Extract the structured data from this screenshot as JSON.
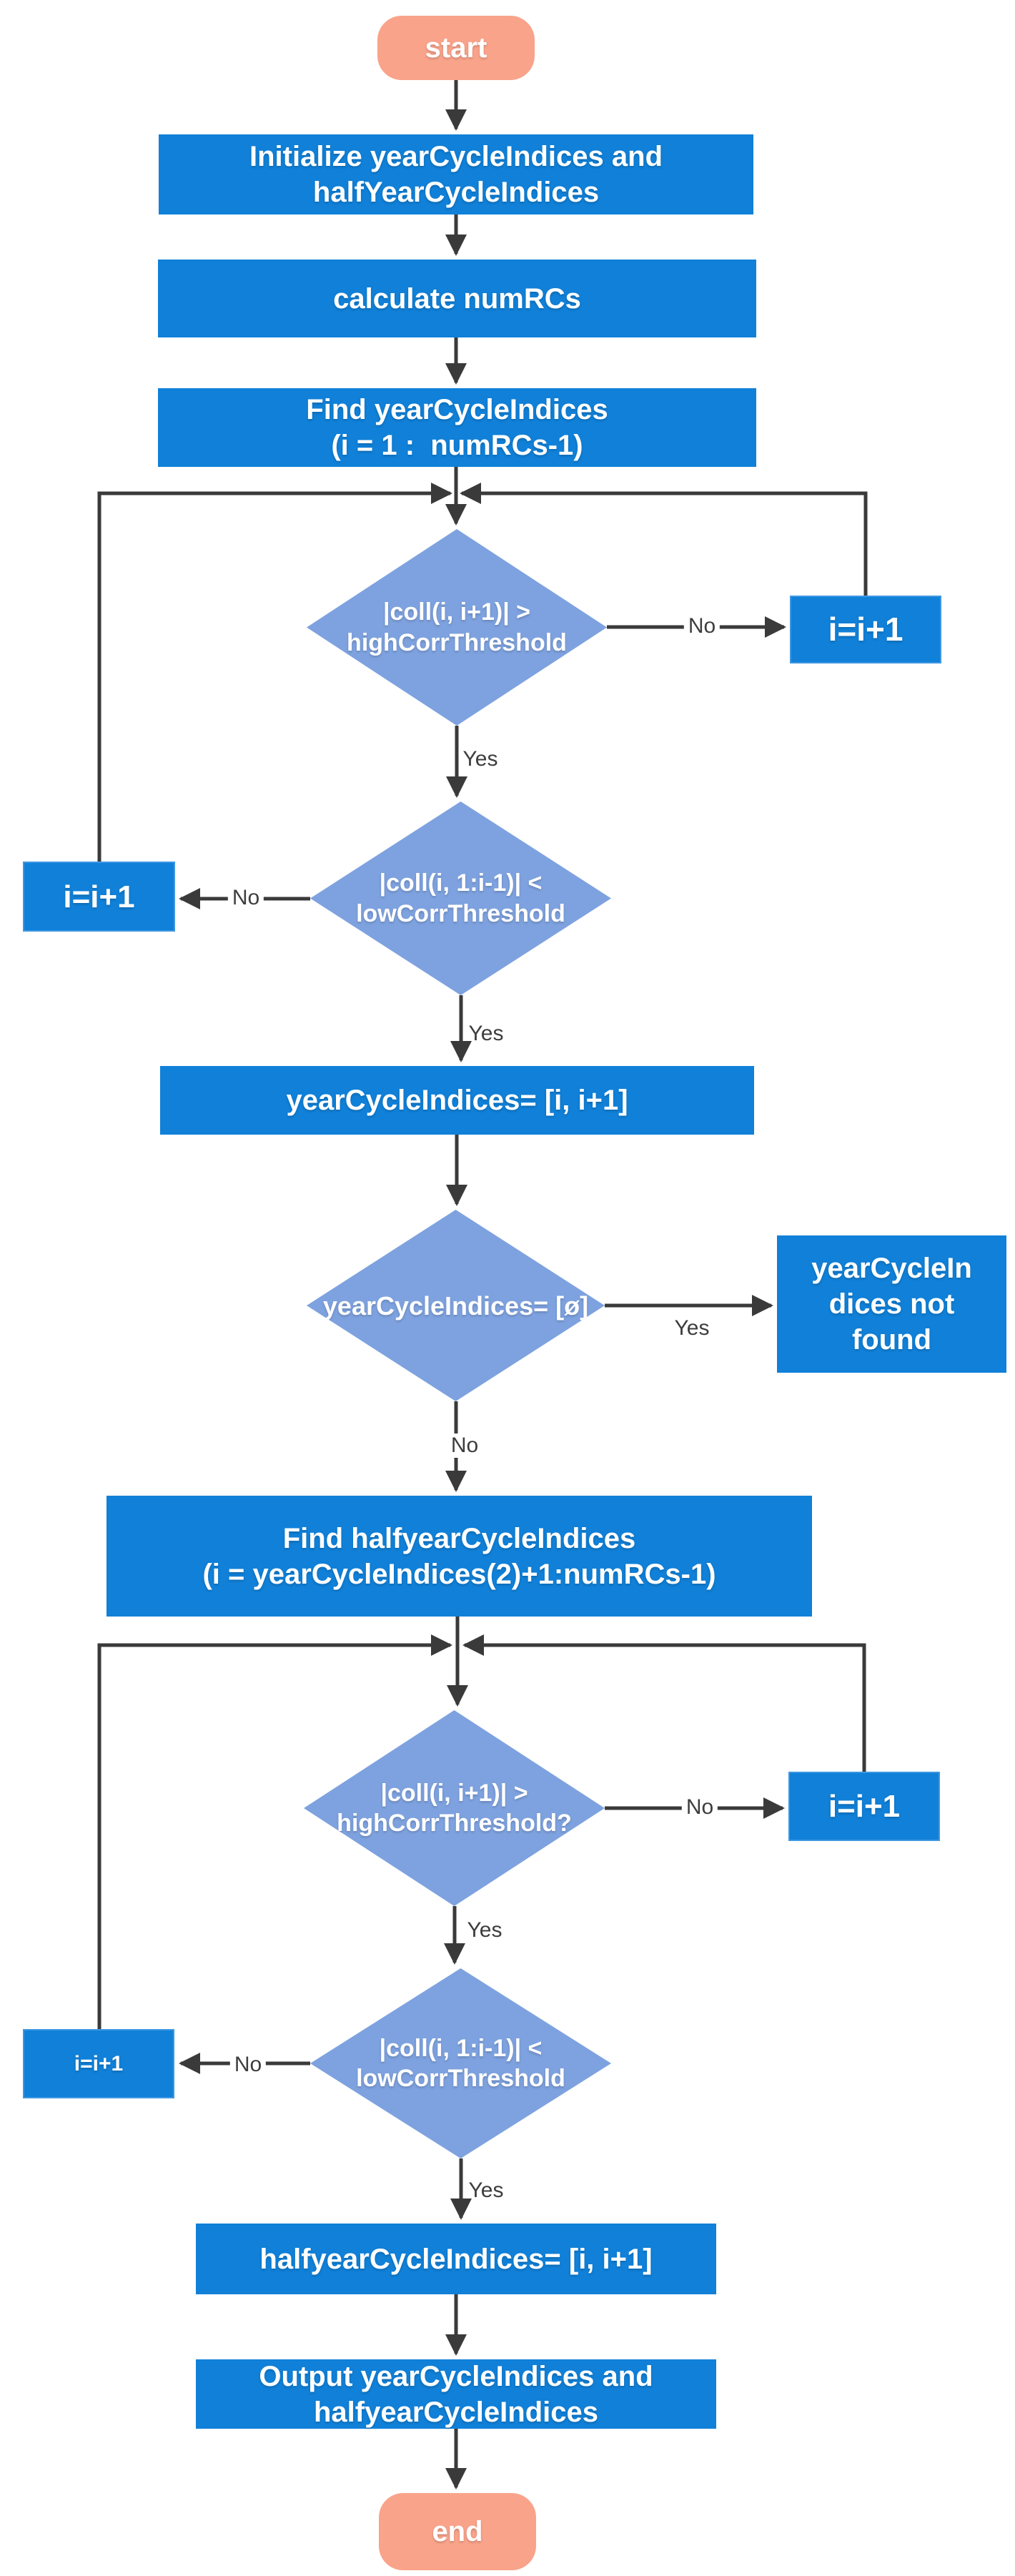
{
  "diagram": {
    "type": "flowchart",
    "background": "#ffffff",
    "colors": {
      "process_fill": "#1080d8",
      "decision_fill": "#7ea2df",
      "terminal_fill": "#f9a38a",
      "increment_fill": "#1080d8",
      "increment_border": "#3e97e2",
      "connector": "#3a3a3a",
      "edge_label_text": "#3d3d3d",
      "node_text": "#ffffff"
    },
    "labels": {
      "yes": "Yes",
      "no": "No"
    },
    "nodes": {
      "start": "start",
      "init": "Initialize yearCycleIndices and\nhalfYearCycleIndices",
      "calc_numrcs": "calculate numRCs",
      "find_year": "Find yearCycleIndices\n(i = 1 :  numRCs-1)",
      "dec_high_1": "|coll(i, i+1)| >\nhighCorrThreshold",
      "inc_right_1": "i=i+1",
      "dec_low_1": "|coll(i, 1:i-1)| <\nlowCorrThreshold",
      "inc_left_1": "i=i+1",
      "set_year": "yearCycleIndices= [i, i+1]",
      "dec_empty": "yearCycleIndices= [ø]",
      "not_found": "yearCycleIn\ndices not\nfound",
      "find_half": "Find halfyearCycleIndices\n(i = yearCycleIndices(2)+1:numRCs-1)",
      "dec_high_2": "|coll(i, i+1)| >\nhighCorrThreshold?",
      "inc_right_2": "i=i+1",
      "dec_low_2": "|coll(i, 1:i-1)| <\nlowCorrThreshold",
      "inc_left_2": "i=i+1",
      "set_half": "halfyearCycleIndices= [i, i+1]",
      "output": "Output yearCycleIndices and\nhalfyearCycleIndices",
      "end": "end"
    }
  }
}
